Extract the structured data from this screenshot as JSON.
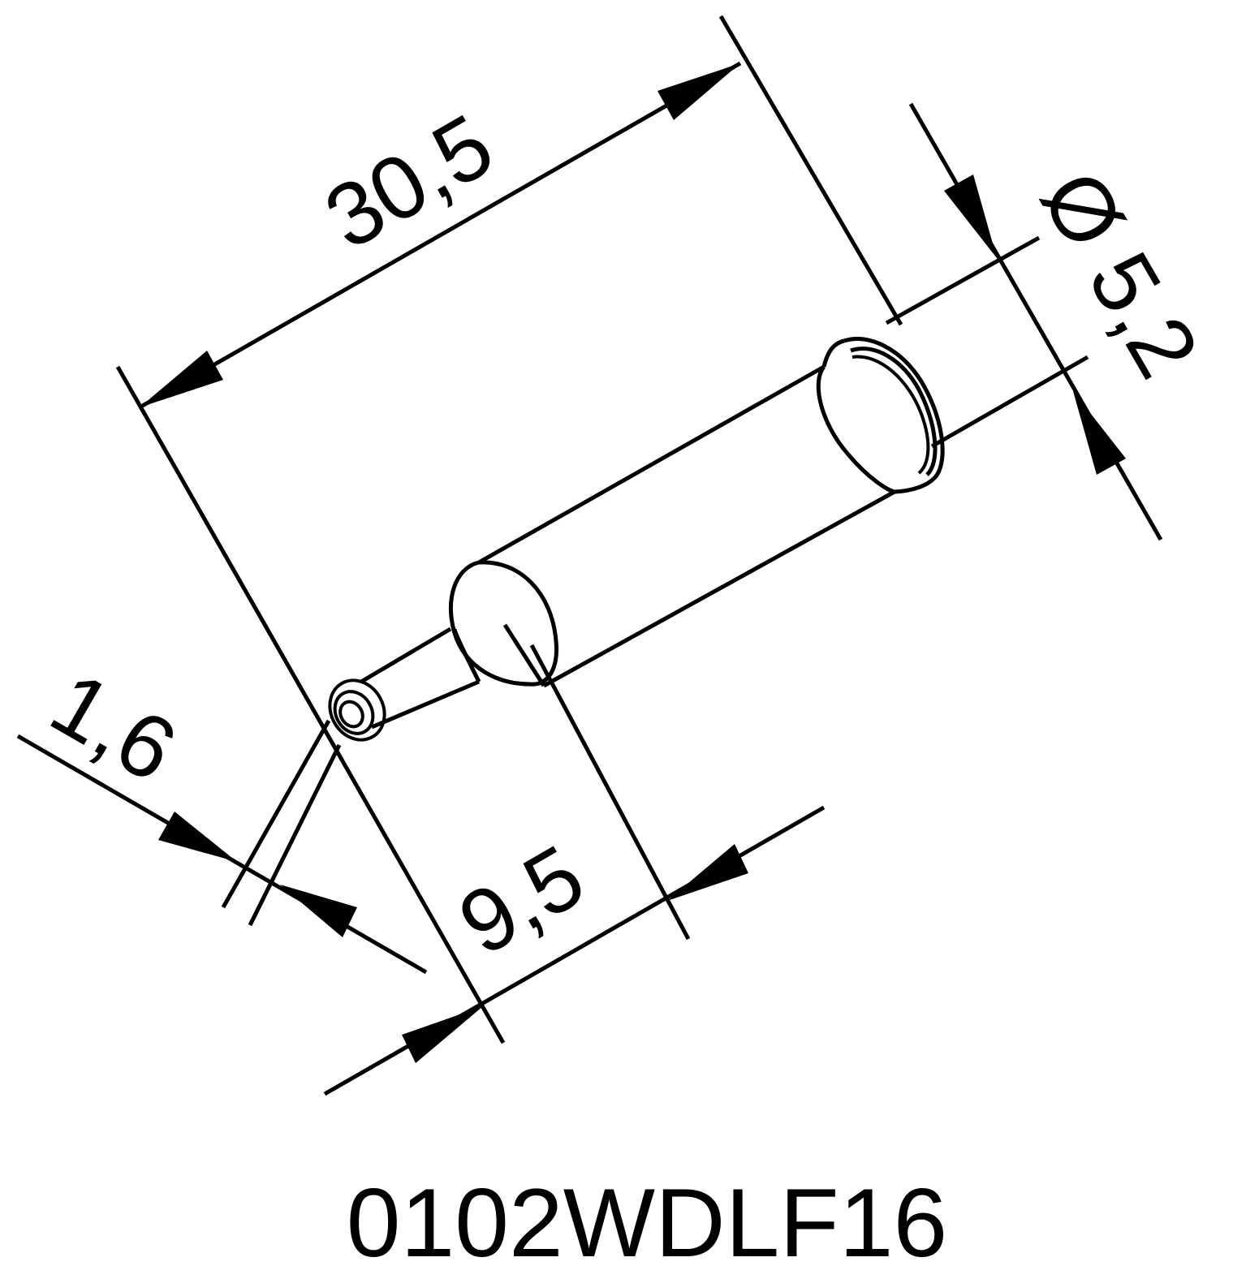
{
  "dimensions": {
    "overall_length": "30,5",
    "shank_diameter": "Ø 5,2",
    "tip_width": "1,6",
    "taper_length": "9,5"
  },
  "part_number": "0102WDLF16"
}
